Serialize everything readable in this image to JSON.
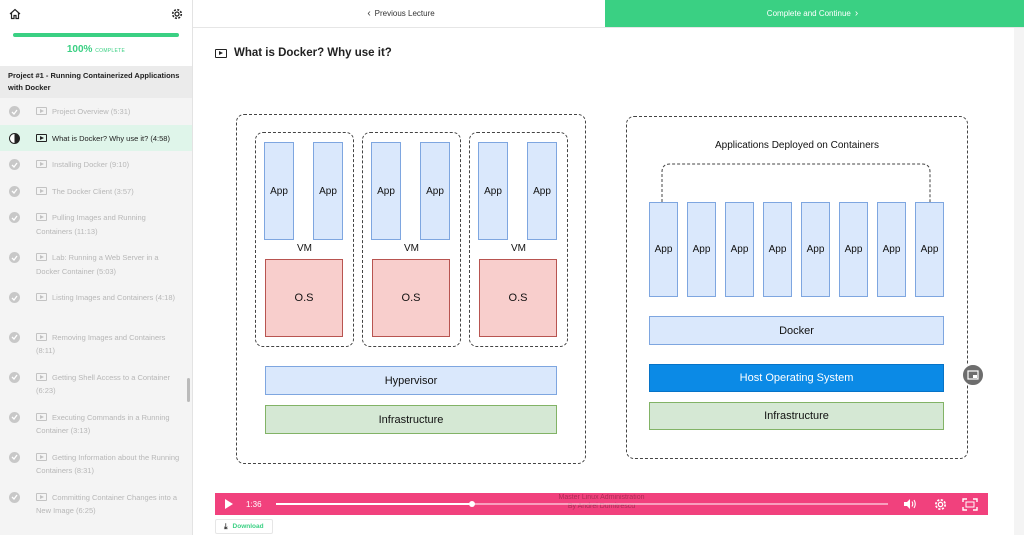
{
  "sidebar": {
    "progress_percent": 100,
    "progress_value": "100%",
    "progress_word": "COMPLETE",
    "section_title": "Project #1 - Running Containerized Applications with Docker",
    "items": [
      {
        "label": "Project Overview (5:31)",
        "state": "done"
      },
      {
        "label": "What is Docker? Why use it? (4:58)",
        "state": "current"
      },
      {
        "label": "Installing Docker (9:10)",
        "state": "done"
      },
      {
        "label": "The Docker Client (3:57)",
        "state": "done"
      },
      {
        "label": "Pulling Images and Running Containers (11:13)",
        "state": "done"
      },
      {
        "label": "Lab: Running a Web Server in a Docker Container (5:03)",
        "state": "done"
      },
      {
        "label": "Listing Images and Containers (4:18)",
        "state": "done"
      },
      {
        "label": "Removing Images and Containers (8:11)",
        "state": "done"
      },
      {
        "label": "Getting Shell Access to a Container (6:23)",
        "state": "done"
      },
      {
        "label": "Executing Commands in a Running Container (3:13)",
        "state": "done"
      },
      {
        "label": "Getting Information about the Running Containers (8:31)",
        "state": "done"
      },
      {
        "label": "Committing Container Changes into a New Image (6:25)",
        "state": "done"
      }
    ]
  },
  "nav": {
    "prev_label": "Previous Lecture",
    "next_label": "Complete and Continue"
  },
  "lecture": {
    "title": "What is Docker? Why use it?"
  },
  "diagram": {
    "app_label": "App",
    "vm_label": "VM",
    "os_label": "O.S",
    "hypervisor": "Hypervisor",
    "infrastructure": "Infrastructure",
    "containers_title": "Applications Deployed on Containers",
    "docker": "Docker",
    "host_os": "Host Operating System",
    "infrastructure_right": "Infrastructure",
    "colors": {
      "app": "#dae8fc",
      "os": "#f8cecc",
      "infra": "#d5e8d4",
      "host_os": "#0b8ae6"
    }
  },
  "player": {
    "time": "1:36",
    "progress_fraction": 0.32,
    "watermark_line1": "Master Linux Administration",
    "watermark_line2": "By Andrei Dumitrescu",
    "bar_color": "#f1417d"
  },
  "download_label": "Download",
  "accent": "#3ad083"
}
